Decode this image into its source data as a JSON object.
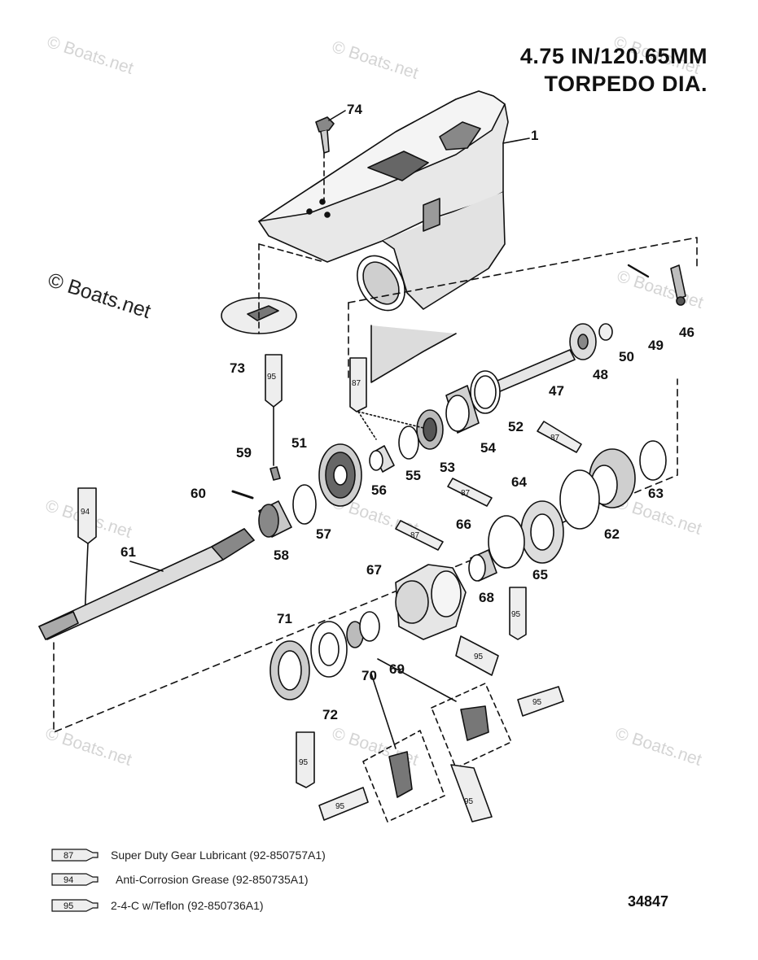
{
  "header": {
    "line1": "4.75 IN/120.65MM",
    "line2": "TORPEDO DIA."
  },
  "watermark": {
    "small": "© Boats.net",
    "large": "© Boats.net"
  },
  "callouts": [
    "1",
    "74",
    "73",
    "46",
    "49",
    "50",
    "48",
    "47",
    "52",
    "54",
    "53",
    "51",
    "55",
    "56",
    "59",
    "60",
    "57",
    "58",
    "61",
    "64",
    "63",
    "62",
    "66",
    "65",
    "68",
    "67",
    "71",
    "70",
    "69",
    "72",
    "87",
    "95",
    "94"
  ],
  "legend": [
    {
      "code": "87",
      "text": "Super Duty Gear Lubricant (92-850757A1)"
    },
    {
      "code": "94",
      "text": "Anti-Corrosion Grease (92-850735A1)"
    },
    {
      "code": "95",
      "text": "2-4-C w/Teflon (92-850736A1)"
    }
  ],
  "figure_number": "34847"
}
